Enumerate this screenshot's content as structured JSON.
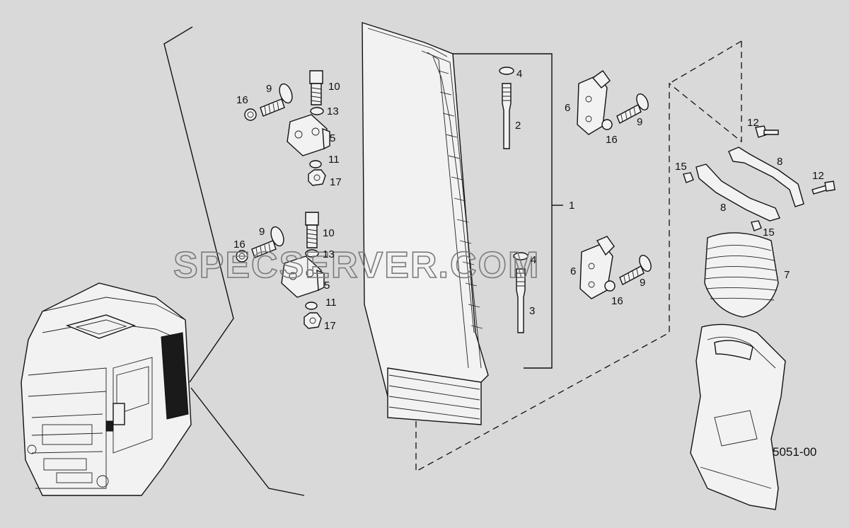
{
  "diagram_code": "5051-00",
  "watermark": "SPECSERVER.COM",
  "callouts": [
    {
      "id": "c1",
      "text": "1"
    },
    {
      "id": "c2",
      "text": "2"
    },
    {
      "id": "c3",
      "text": "3"
    },
    {
      "id": "c4a",
      "text": "4"
    },
    {
      "id": "c4b",
      "text": "4"
    },
    {
      "id": "c5a",
      "text": "5"
    },
    {
      "id": "c5b",
      "text": "5"
    },
    {
      "id": "c6a",
      "text": "6"
    },
    {
      "id": "c6b",
      "text": "6"
    },
    {
      "id": "c7",
      "text": "7"
    },
    {
      "id": "c8a",
      "text": "8"
    },
    {
      "id": "c8b",
      "text": "8"
    },
    {
      "id": "c9a",
      "text": "9"
    },
    {
      "id": "c9b",
      "text": "9"
    },
    {
      "id": "c9c",
      "text": "9"
    },
    {
      "id": "c9d",
      "text": "9"
    },
    {
      "id": "c10a",
      "text": "10"
    },
    {
      "id": "c10b",
      "text": "10"
    },
    {
      "id": "c11a",
      "text": "11"
    },
    {
      "id": "c11b",
      "text": "11"
    },
    {
      "id": "c12a",
      "text": "12"
    },
    {
      "id": "c12b",
      "text": "12"
    },
    {
      "id": "c13a",
      "text": "13"
    },
    {
      "id": "c13b",
      "text": "13"
    },
    {
      "id": "c15a",
      "text": "15"
    },
    {
      "id": "c15b",
      "text": "15"
    },
    {
      "id": "c16a",
      "text": "16"
    },
    {
      "id": "c16b",
      "text": "16"
    },
    {
      "id": "c16c",
      "text": "16"
    },
    {
      "id": "c16d",
      "text": "16"
    },
    {
      "id": "c17a",
      "text": "17"
    },
    {
      "id": "c17b",
      "text": "17"
    }
  ]
}
